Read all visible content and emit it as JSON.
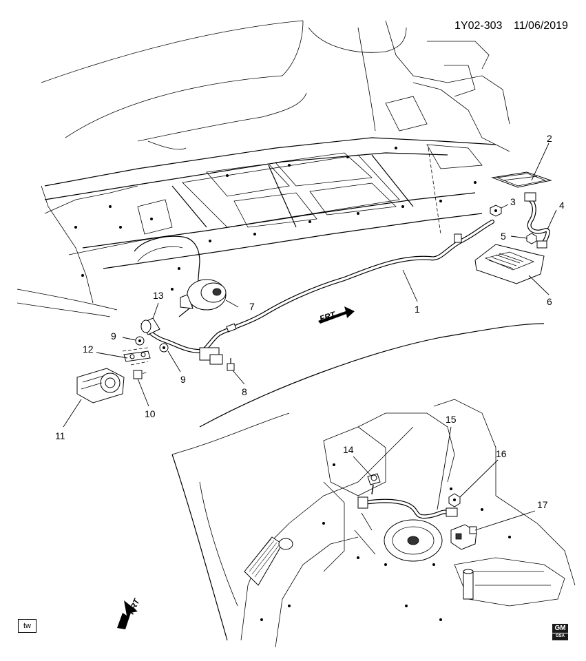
{
  "header": {
    "diagram_id": "1Y02-303",
    "date": "11/06/2019"
  },
  "callouts": [
    {
      "id": "callout-1",
      "text": "1"
    },
    {
      "id": "callout-2",
      "text": "2"
    },
    {
      "id": "callout-3",
      "text": "3"
    },
    {
      "id": "callout-4",
      "text": "4"
    },
    {
      "id": "callout-5",
      "text": "5"
    },
    {
      "id": "callout-6",
      "text": "6"
    },
    {
      "id": "callout-7",
      "text": "7"
    },
    {
      "id": "callout-8",
      "text": "8"
    },
    {
      "id": "callout-9a",
      "text": "9"
    },
    {
      "id": "callout-9b",
      "text": "9"
    },
    {
      "id": "callout-10",
      "text": "10"
    },
    {
      "id": "callout-11",
      "text": "11"
    },
    {
      "id": "callout-12",
      "text": "12"
    },
    {
      "id": "callout-13",
      "text": "13"
    },
    {
      "id": "callout-14",
      "text": "14"
    },
    {
      "id": "callout-15",
      "text": "15"
    },
    {
      "id": "callout-16",
      "text": "16"
    },
    {
      "id": "callout-17",
      "text": "17"
    }
  ],
  "frt_upper": "FRT",
  "frt_lower": "FRT",
  "footer": {
    "tw_label": "tw",
    "logo_text": "GM",
    "logo_sub": "GSA"
  }
}
